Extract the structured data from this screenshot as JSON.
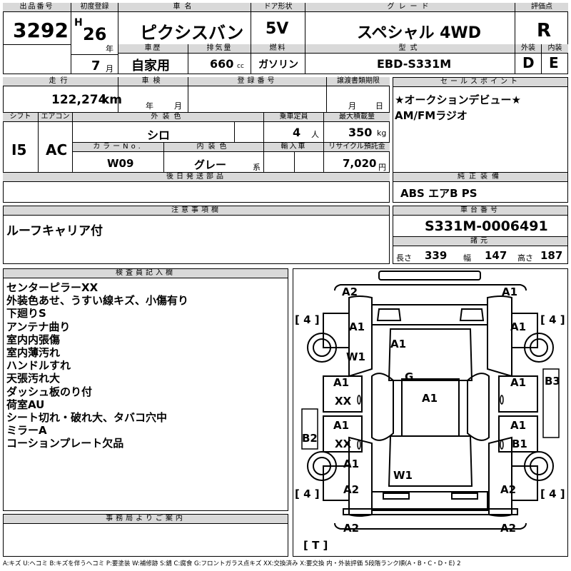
{
  "header": {
    "lot_label": "出品番号",
    "lot": "3292",
    "first_reg_label": "初度登録",
    "era": "H",
    "year": "26",
    "year_unit": "年",
    "month": "7",
    "month_unit": "月",
    "car_name_label": "車名",
    "car_name": "ピクシスバン",
    "door_label": "ドア形状",
    "door": "5V",
    "grade_label": "グレード",
    "grade": "スペシャル 4WD",
    "score_label": "評価点",
    "score": "R",
    "history_label": "車歴",
    "history": "自家用",
    "displacement_label": "排気量",
    "displacement": "660",
    "displacement_unit": "cc",
    "fuel_label": "燃料",
    "fuel": "ガソリン",
    "model_label": "型式",
    "model": "EBD-S331M",
    "exterior_label": "外装",
    "exterior": "D",
    "interior_label": "内装",
    "interior": "E"
  },
  "row2": {
    "mileage_label": "走行",
    "mileage": "122,274",
    "mileage_unit": "km",
    "inspection_label": "車検",
    "insp_year_unit": "年",
    "insp_month_unit": "月",
    "regno_label": "登録番号",
    "transfer_label": "譲渡書類期限",
    "transfer_month_unit": "月",
    "transfer_day_unit": "日",
    "shift_label": "シフト",
    "shift": "I5",
    "ac_label": "エアコン",
    "ac": "AC",
    "color_label": "外装色",
    "color": "シロ",
    "capacity_label": "乗車定員",
    "capacity": "4",
    "capacity_unit": "人",
    "load_label": "最大積載量",
    "load": "350",
    "load_unit": "kg",
    "colorno_label": "カラーNo.",
    "colorno": "W09",
    "intcolor_label": "内装色",
    "intcolor": "グレー",
    "intcolor_unit": "系",
    "import_label": "輸入車",
    "recycle_label": "リサイクル預託金",
    "recycle": "7,020",
    "recycle_unit": "円",
    "parts_label": "後日発送部品"
  },
  "sales": {
    "label": "セールスポイント",
    "lines": [
      "★オークションデビュー★",
      "AM/FMラジオ"
    ]
  },
  "equipment": {
    "label": "純正装備",
    "value": "ABS エアB PS"
  },
  "caution": {
    "label": "注意事項欄",
    "value": "ルーフキャリア付"
  },
  "chassis": {
    "label": "車台番号",
    "value": "S331M-0006491"
  },
  "dims": {
    "label": "諸元",
    "length_label": "長さ",
    "length": "339",
    "width_label": "幅",
    "width": "147",
    "height_label": "高さ",
    "height": "187"
  },
  "inspector": {
    "label": "検査員記入欄",
    "lines": [
      "センターピラーXX",
      "外装色あせ、うすい線キズ、小傷有り",
      "下廻りS",
      "アンテナ曲り",
      "室内内張傷",
      "室内薄汚れ",
      "ハンドルすれ",
      "天張汚れ大",
      "ダッシュ板のり付",
      "荷室AU",
      "シート切れ・破れ大、タバコ穴中",
      "ミラーA",
      "コーションプレート欠品"
    ]
  },
  "office": {
    "label": "事務局よりご案内"
  },
  "diagram": {
    "tires": [
      "4",
      "4",
      "4",
      "4",
      "T"
    ],
    "marks": [
      "A2",
      "A1",
      "A1",
      "A1",
      "W1",
      "A1",
      "G",
      "A1",
      "B3",
      "A1",
      "XX",
      "A1",
      "A1",
      "XX",
      "B2",
      "B1",
      "A1",
      "A1",
      "W1",
      "A2",
      "A2",
      "A2"
    ]
  },
  "legend": "A:キズ U:ヘコミ B:キズを伴うヘコミ P:要塗装 W:補修跡 S:錆 C:腐食 G:フロントガラス点キズ XX:交換済み X:要交換 内・外装評価 5段階ランク順(A・B・C・D・E) 2"
}
